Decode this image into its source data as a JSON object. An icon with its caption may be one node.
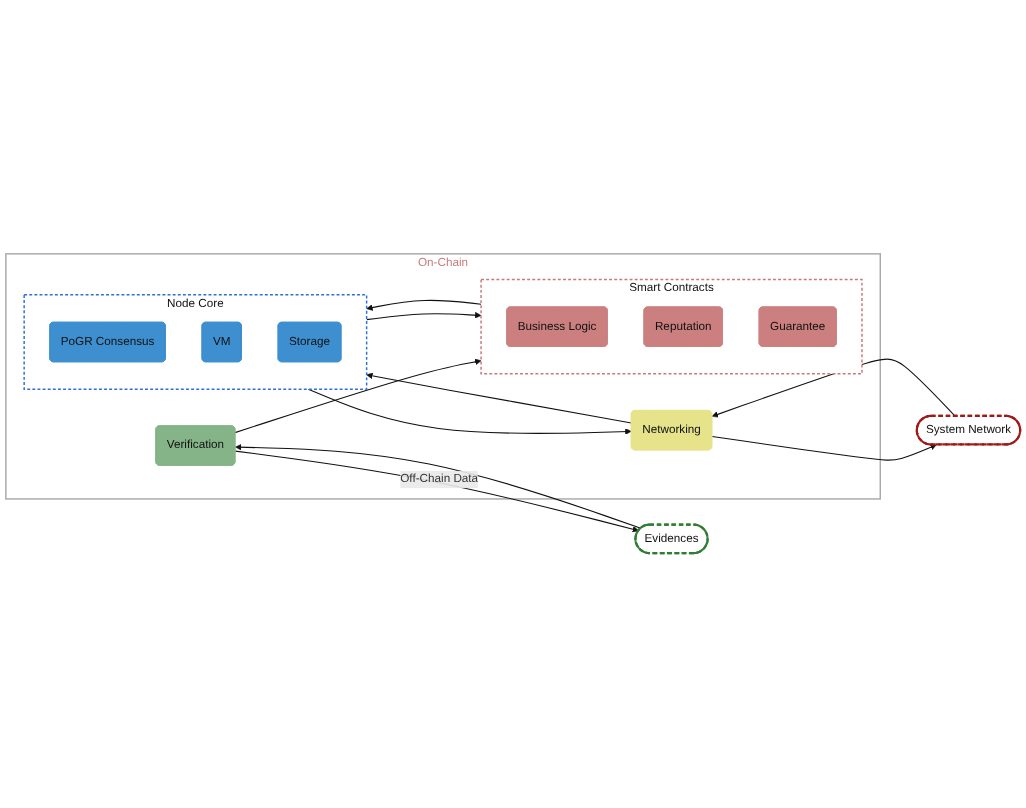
{
  "diagram": {
    "nodes": [
      {
        "text": [
          "On-Chain"
        ]
      },
      {
        "text": [
          "Evidences"
        ]
      },
      {
        "text": [
          "Verification"
        ],
        "in": 0
      },
      {
        "text": [
          "Smart Contracts"
        ],
        "in": 0
      },
      {
        "text": [
          "Business Logic"
        ],
        "in": 3
      },
      {
        "text": [
          "Reputation"
        ],
        "in": 3
      },
      {
        "text": [
          "Guarantee"
        ],
        "in": 3
      },
      {
        "text": [
          "System Network"
        ]
      },
      {
        "text": [
          "Networking"
        ],
        "in": 0
      },
      {
        "text": [
          "Node Core"
        ],
        "in": 0
      },
      {
        "text": [
          "PoGR Consensus"
        ],
        "in": 9
      },
      {
        "text": [
          "VM"
        ],
        "in": 9
      },
      {
        "text": [
          "Storage"
        ],
        "in": 9
      }
    ],
    "edges": [
      {
        "from": 2,
        "to": 1,
        "arrow": "to",
        "label": "Off-Chain Data"
      },
      {
        "from": 1,
        "to": 2,
        "arrow": "to"
      },
      {
        "from": 2,
        "to": 3,
        "arrow": "to"
      },
      {
        "from": 9,
        "to": 3,
        "arrow": "to"
      },
      {
        "from": 3,
        "to": 9,
        "arrow": "to"
      },
      {
        "from": 8,
        "to": 7,
        "arrow": "to"
      },
      {
        "from": 7,
        "to": 8,
        "arrow": "to"
      },
      {
        "from": 9,
        "to": 8,
        "arrow": "to"
      },
      {
        "from": 8,
        "to": 9,
        "arrow": "to"
      }
    ]
  }
}
